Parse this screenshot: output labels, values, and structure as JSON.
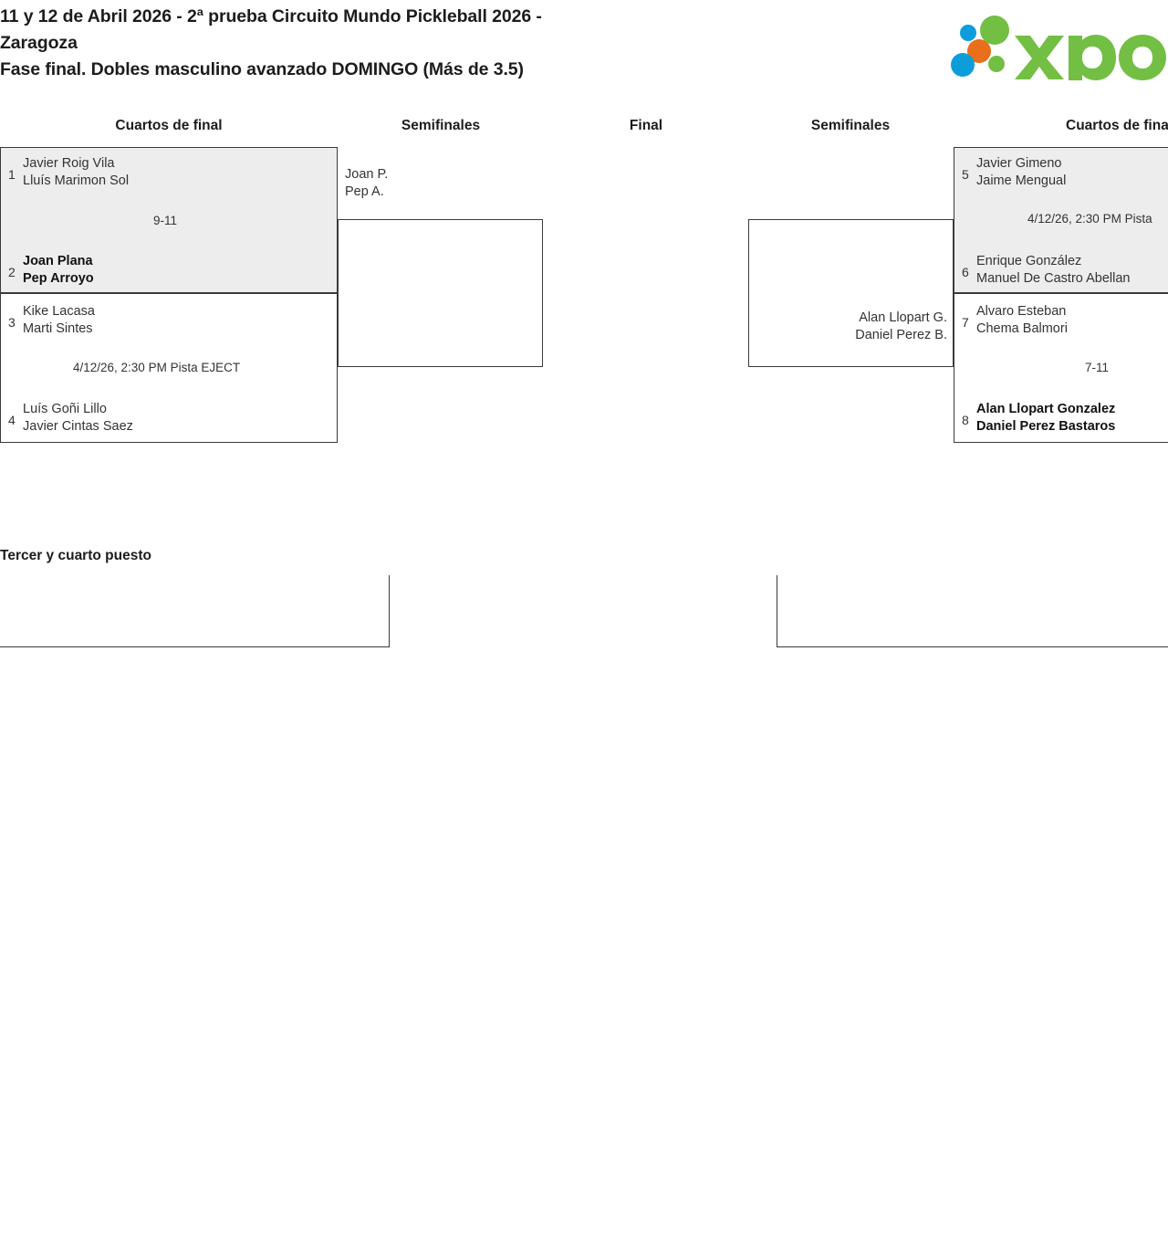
{
  "header": {
    "title_line1": "11 y 12 de Abril 2026 - 2ª prueba Circuito Mundo Pickleball 2026 -",
    "title_line2": "Zaragoza",
    "title_line3": "Fase final. Dobles masculino avanzado DOMINGO (Más de 3.5)",
    "brand_name": "xporty",
    "brand_colors": {
      "green": "#72bf44",
      "blue": "#0d9ddb",
      "orange": "#e8701a"
    }
  },
  "rounds": {
    "left_quarters": "Cuartos de final",
    "left_semis": "Semifinales",
    "final": "Final",
    "right_semis": "Semifinales",
    "right_quarters": "Cuartos de final"
  },
  "bracket": {
    "left_quarterfinals": [
      {
        "match_id": "qf-left-1",
        "highlighted": true,
        "meta": "9-11",
        "top": {
          "seed": "1",
          "player1": "Javier Roig Vila",
          "player2": "Lluís Marimon Sol",
          "winner": false
        },
        "bottom": {
          "seed": "2",
          "player1": "Joan Plana",
          "player2": "Pep Arroyo",
          "winner": true
        }
      },
      {
        "match_id": "qf-left-2",
        "highlighted": false,
        "meta": "4/12/26, 2:30 PM Pista EJECT",
        "top": {
          "seed": "3",
          "player1": "Kike Lacasa",
          "player2": "Marti Sintes",
          "winner": false
        },
        "bottom": {
          "seed": "4",
          "player1": "Luís Goñi Lillo",
          "player2": "Javier Cintas Saez",
          "winner": false
        }
      }
    ],
    "right_quarterfinals": [
      {
        "match_id": "qf-right-1",
        "highlighted": true,
        "meta": "4/12/26, 2:30 PM Pista",
        "top": {
          "seed": "5",
          "player1": "Javier Gimeno",
          "player2": "Jaime Mengual",
          "winner": false
        },
        "bottom": {
          "seed": "6",
          "player1": "Enrique González",
          "player2": "Manuel De Castro Abellan",
          "winner": false
        }
      },
      {
        "match_id": "qf-right-2",
        "highlighted": false,
        "meta": "7-11",
        "top": {
          "seed": "7",
          "player1": "Alvaro Esteban",
          "player2": "Chema Balmori",
          "winner": false
        },
        "bottom": {
          "seed": "8",
          "player1": "Alan Llopart Gonzalez",
          "player2": "Daniel Perez Bastaros",
          "winner": true
        }
      }
    ],
    "left_semifinal": {
      "match_id": "sf-left",
      "advanced_player1": "Joan P.",
      "advanced_player2": "Pep A.",
      "meta": ""
    },
    "right_semifinal": {
      "match_id": "sf-right",
      "advanced_player1": "Alan Llopart G.",
      "advanced_player2": "Daniel Perez B.",
      "meta": ""
    }
  },
  "third_place": {
    "label": "Tercer y cuarto puesto"
  }
}
